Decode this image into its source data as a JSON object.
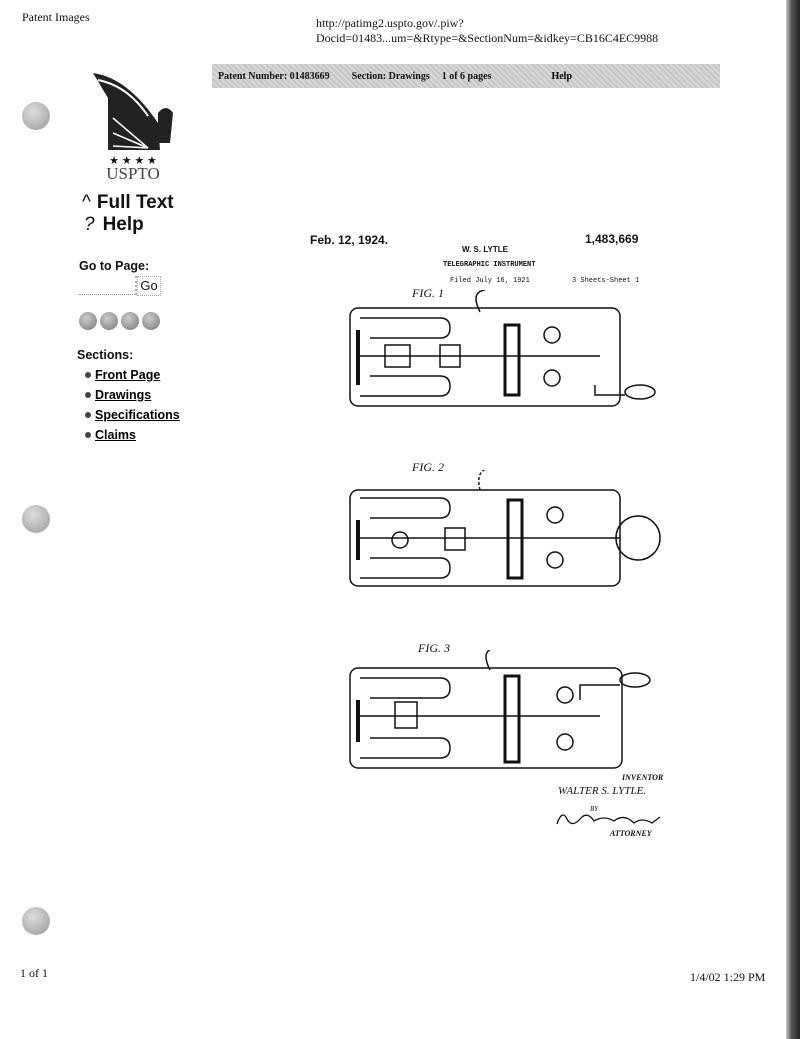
{
  "print_header": {
    "title": "Patent Images",
    "url": "http://patimg2.uspto.gov/.piw?Docid=01483...um=&Rtype=&SectionNum=&idkey=CB16C4EC9988"
  },
  "toolbar": {
    "patent_number": "Patent Number: 01483669",
    "section": "Section: Drawings",
    "pages": "1 of 6 pages",
    "help": "Help"
  },
  "logo": {
    "text": "USPTO",
    "stars": "★ ★ ★ ★"
  },
  "nav": {
    "full_text": "Full Text",
    "help": "Help",
    "full_text_icon": "^",
    "help_icon": "?"
  },
  "goto": {
    "label": "Go to Page:",
    "value": "",
    "button": "Go"
  },
  "sections": {
    "label": "Sections:",
    "items": [
      "Front Page",
      "Drawings",
      "Specifications",
      "Claims"
    ]
  },
  "patent": {
    "date": "Feb. 12, 1924.",
    "number": "1,483,669",
    "inventor_header": "W. S. LYTLE",
    "title": "TELEGRAPHIC INSTRUMENT",
    "filed": "Filed July 16, 1921",
    "sheets": "3 Sheets-Sheet 1",
    "figs": [
      "FIG. 1",
      "FIG. 2",
      "FIG. 3"
    ],
    "inventor_label": "INVENTOR",
    "inventor_name": "WALTER S. LYTLE.",
    "by": "BY",
    "attorney": "ATTORNEY"
  },
  "print_footer": {
    "page": "1 of 1",
    "datetime": "1/4/02 1:29 PM"
  }
}
